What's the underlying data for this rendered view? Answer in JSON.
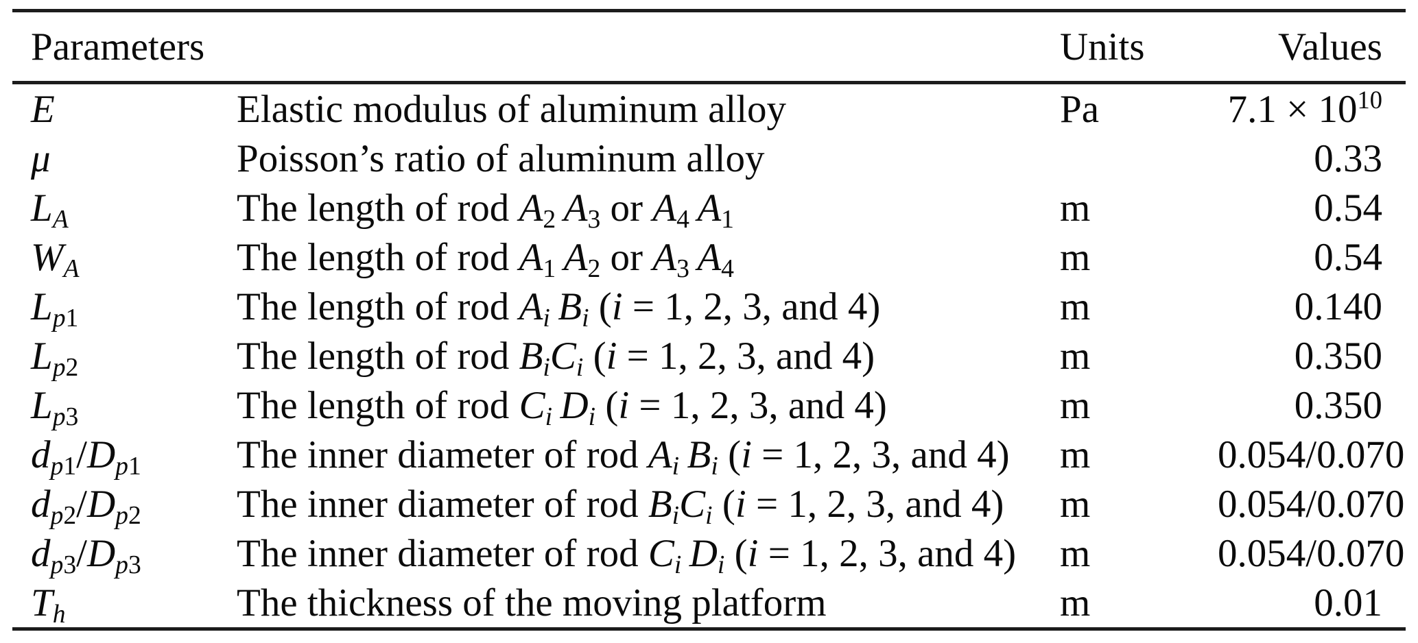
{
  "page": {
    "background_color": "#ffffff",
    "text_color": "#0b0b0b",
    "rule_color": "#1c1c1c"
  },
  "table": {
    "headers": {
      "parameters": "Parameters",
      "units": "Units",
      "values": "Values"
    },
    "rows": [
      {
        "symbol_html": "<i>E</i>",
        "symbol_text": "E",
        "description_html": "Elastic modulus of aluminum alloy",
        "description_text": "Elastic modulus of aluminum alloy",
        "unit": "Pa",
        "value_html": "7.1 × 10<sup>10</sup>",
        "value_text": "7.1 × 10^10"
      },
      {
        "symbol_html": "<i>μ</i>",
        "symbol_text": "μ",
        "description_html": "Poisson’s ratio of aluminum alloy",
        "description_text": "Poisson’s ratio of aluminum alloy",
        "unit": "",
        "value_html": "0.33",
        "value_text": "0.33"
      },
      {
        "symbol_html": "<i>L</i><sub><i>A</i></sub>",
        "symbol_text": "L_A",
        "description_html": "The length of rod <i>A</i><sub>2</sub> <i>A</i><sub>3</sub> or <i>A</i><sub>4</sub> <i>A</i><sub>1</sub>",
        "description_text": "The length of rod A2A3 or A4A1",
        "unit": "m",
        "value_html": "0.54",
        "value_text": "0.54"
      },
      {
        "symbol_html": "<i>W</i><sub><i>A</i></sub>",
        "symbol_text": "W_A",
        "description_html": "The length of rod <i>A</i><sub>1</sub> <i>A</i><sub>2</sub> or <i>A</i><sub>3</sub> <i>A</i><sub>4</sub>",
        "description_text": "The length of rod A1A2 or A3A4",
        "unit": "m",
        "value_html": "0.54",
        "value_text": "0.54"
      },
      {
        "symbol_html": "<i>L</i><sub><i>p</i>1</sub>",
        "symbol_text": "L_p1",
        "description_html": "The length of rod <i>A</i><sub><i>i</i></sub> <i>B</i><sub><i>i</i></sub> (<i>i</i> = 1, 2, 3, and 4)",
        "description_text": "The length of rod AiBi (i = 1, 2, 3, and 4)",
        "unit": "m",
        "value_html": "0.140",
        "value_text": "0.140"
      },
      {
        "symbol_html": "<i>L</i><sub><i>p</i>2</sub>",
        "symbol_text": "L_p2",
        "description_html": "The length of rod <i>B</i><sub><i>i</i></sub><i>C</i><sub><i>i</i></sub> (<i>i</i> = 1, 2, 3, and 4)",
        "description_text": "The length of rod BiCi (i = 1, 2, 3, and 4)",
        "unit": "m",
        "value_html": "0.350",
        "value_text": "0.350"
      },
      {
        "symbol_html": "<i>L</i><sub><i>p</i>3</sub>",
        "symbol_text": "L_p3",
        "description_html": "The length of rod <i>C</i><sub><i>i</i></sub> <i>D</i><sub><i>i</i></sub> (<i>i</i> = 1, 2, 3, and 4)",
        "description_text": "The length of rod CiDi (i = 1, 2, 3, and 4)",
        "unit": "m",
        "value_html": "0.350",
        "value_text": "0.350"
      },
      {
        "symbol_html": "<i>d</i><sub><i>p</i>1</sub>/<i>D</i><sub><i>p</i>1</sub>",
        "symbol_text": "d_p1/D_p1",
        "description_html": "The inner diameter of rod <i>A</i><sub><i>i</i></sub> <i>B</i><sub><i>i</i></sub> (<i>i</i> = 1, 2, 3, and 4)",
        "description_text": "The inner diameter of rod AiBi (i = 1, 2, 3, and 4)",
        "unit": "m",
        "value_html": "0.054/0.070",
        "value_text": "0.054/0.070"
      },
      {
        "symbol_html": "<i>d</i><sub><i>p</i>2</sub>/<i>D</i><sub><i>p</i>2</sub>",
        "symbol_text": "d_p2/D_p2",
        "description_html": "The inner diameter of rod <i>B</i><sub><i>i</i></sub><i>C</i><sub><i>i</i></sub> (<i>i</i> = 1, 2, 3, and 4)",
        "description_text": "The inner diameter of rod BiCi (i = 1, 2, 3, and 4)",
        "unit": "m",
        "value_html": "0.054/0.070",
        "value_text": "0.054/0.070"
      },
      {
        "symbol_html": "<i>d</i><sub><i>p</i>3</sub>/<i>D</i><sub><i>p</i>3</sub>",
        "symbol_text": "d_p3/D_p3",
        "description_html": "The inner diameter of rod <i>C</i><sub><i>i</i></sub> <i>D</i><sub><i>i</i></sub> (<i>i</i> = 1, 2, 3, and 4)",
        "description_text": "The inner diameter of rod CiDi (i = 1, 2, 3, and 4)",
        "unit": "m",
        "value_html": "0.054/0.070",
        "value_text": "0.054/0.070"
      },
      {
        "symbol_html": "<i>T</i><sub><i>h</i></sub>",
        "symbol_text": "T_h",
        "description_html": "The thickness of the moving platform",
        "description_text": "The thickness of the moving platform",
        "unit": "m",
        "value_html": "0.01",
        "value_text": "0.01"
      }
    ]
  }
}
